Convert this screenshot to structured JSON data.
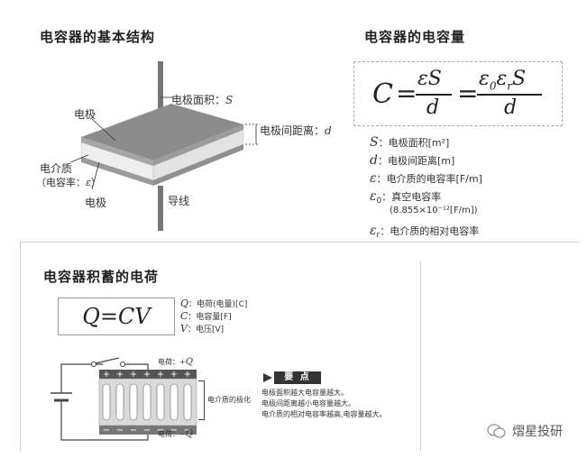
{
  "structure": {
    "title": "电容器的基本结构",
    "labels": {
      "area": "电极面积：",
      "area_sym": "S",
      "distance": "电极间距离：",
      "distance_sym": "d",
      "electrode_top": "电极",
      "dielectric": "电介质",
      "dielectric_paren": "（电容率：",
      "dielectric_sym": "ε",
      "dielectric_close": "）",
      "electrode_bottom": "电极",
      "wire": "导线"
    }
  },
  "capacitance": {
    "title": "电容器的电容量",
    "formula": {
      "lhs": "C",
      "eq": "=",
      "frac1_num": "εS",
      "frac1_den": "d",
      "frac2_num_eps": "ε",
      "frac2_num_sub0": "0",
      "frac2_num_eps2": "ε",
      "frac2_num_subr": "r",
      "frac2_num_S": "S",
      "frac2_den": "d"
    },
    "legend": [
      {
        "sym": "S",
        "sub": "",
        "text": "：电极面积[m²]"
      },
      {
        "sym": "d",
        "sub": "",
        "text": "：电极间距离[m]"
      },
      {
        "sym": "ε",
        "sub": "",
        "text": "：电介质的电容率[F/m]"
      },
      {
        "sym": "ε",
        "sub": "0",
        "text": "：真空电容率"
      },
      {
        "sym": "",
        "sub": "",
        "text": "(8.855×10⁻¹²[F/m])"
      },
      {
        "sym": "ε",
        "sub": "r",
        "text": "：电介质的相对电容率"
      }
    ]
  },
  "storage": {
    "title": "电容器积蓄的电荷",
    "formula": "Q=CV",
    "defs": [
      {
        "sym": "Q",
        "text": "：电荷(电量)[C]"
      },
      {
        "sym": "C",
        "text": "：电容量[F]"
      },
      {
        "sym": "V",
        "text": "：电压[V]"
      }
    ],
    "charge_top": "电荷：+",
    "charge_top_sym": "Q",
    "charge_bottom": "电荷：−",
    "charge_bottom_sym": "Q",
    "polarization": "电介质的极化",
    "keypoint_title": "要 点",
    "keypoints": [
      "电极面积越大电容量越大。",
      "电极间距离越小电容量越大。",
      "电介质的相对电容率越高,电容量越大。"
    ]
  },
  "watermark": "熠星投研",
  "colors": {
    "plate_top": "#8c8c8c",
    "plate_side": "#c9c9c9",
    "dielectric": "#eeeeee",
    "plus_row": "#555555",
    "key_head": "#333333"
  }
}
